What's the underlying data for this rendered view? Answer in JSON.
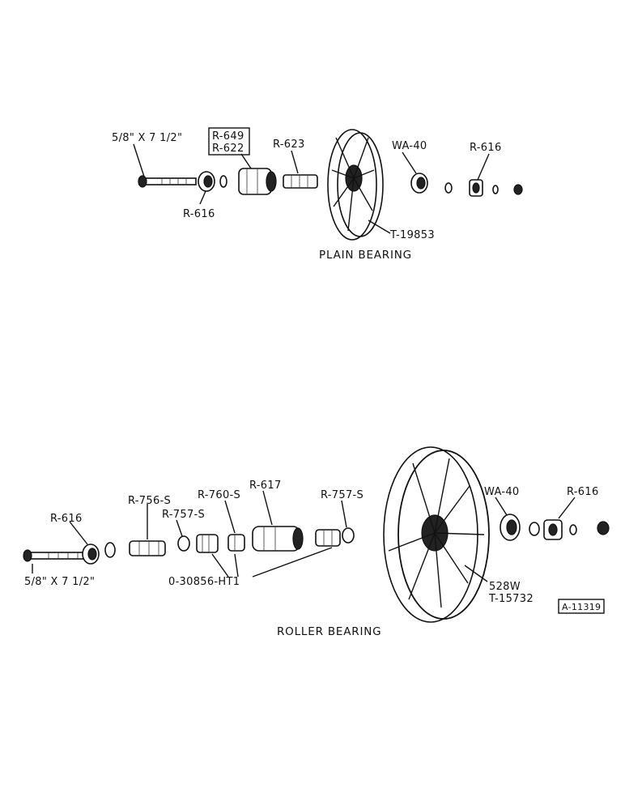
{
  "plain_bearing": {
    "title": "PLAIN BEARING",
    "labels": {
      "bolt": "5/8\" X 7 1/2\"",
      "cup_a": "R-649",
      "cup_b": "R-622",
      "sleeve": "R-623",
      "washer": "WA-40",
      "cap": "R-616",
      "nut_left": "R-616",
      "wheel": "T-19853"
    }
  },
  "roller_bearing": {
    "title": "ROLLER BEARING",
    "labels": {
      "nut_left": "R-616",
      "bolt": "5/8\" X 7 1/2\"",
      "spacer": "R-756-S",
      "ring_left": "R-757-S",
      "cup": "R-760-S",
      "hub": "R-617",
      "ring_right": "R-757-S",
      "roller": "0-30856-HT1",
      "washer": "WA-40",
      "cap": "R-616",
      "wheel_a": "528W",
      "wheel_b": "T-15732"
    }
  },
  "plate_id": "A-11319"
}
